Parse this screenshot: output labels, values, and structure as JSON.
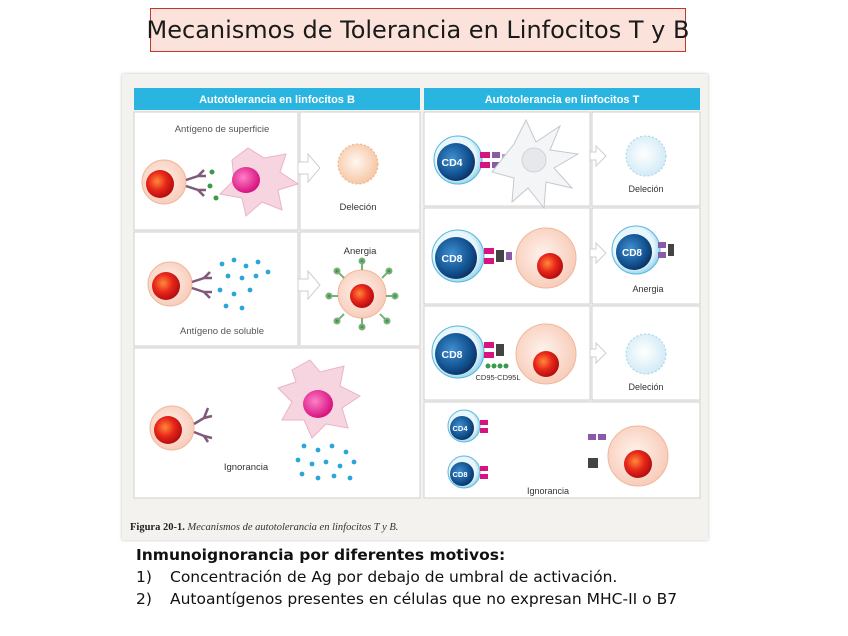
{
  "title": "Mecanismos de Tolerancia en Linfocitos T y B",
  "figure": {
    "b_header": "Autotolerancia en linfocitos B",
    "t_header": "Autotolerancia en linfocitos T",
    "b_panels": {
      "surface_label": "Antígeno de superficie",
      "deletion_label": "Deleción",
      "anergy_label": "Anergia",
      "soluble_label": "Antígeno de soluble",
      "ignorance_label": "Ignorancia"
    },
    "t_panels": {
      "cd4_label": "CD4",
      "cd8_label": "CD8",
      "deletion_label": "Deleción",
      "anergy_label": "Anergia",
      "fas_label": "CD95-CD95L",
      "ignorance_label": "Ignorancia"
    },
    "caption_bold": "Figura 20-1.",
    "caption_text": "Mecanismos de autotolerancia en linfocitos T y B."
  },
  "notes": {
    "heading": "Inmunoignorancia por diferentes motivos:",
    "items": [
      {
        "num": "1)",
        "text": "Concentración de Ag por debajo de umbral de activación."
      },
      {
        "num": "2)",
        "text": "Autoantígenos presentes en células que no expresan MHC-II o B7"
      }
    ]
  }
}
